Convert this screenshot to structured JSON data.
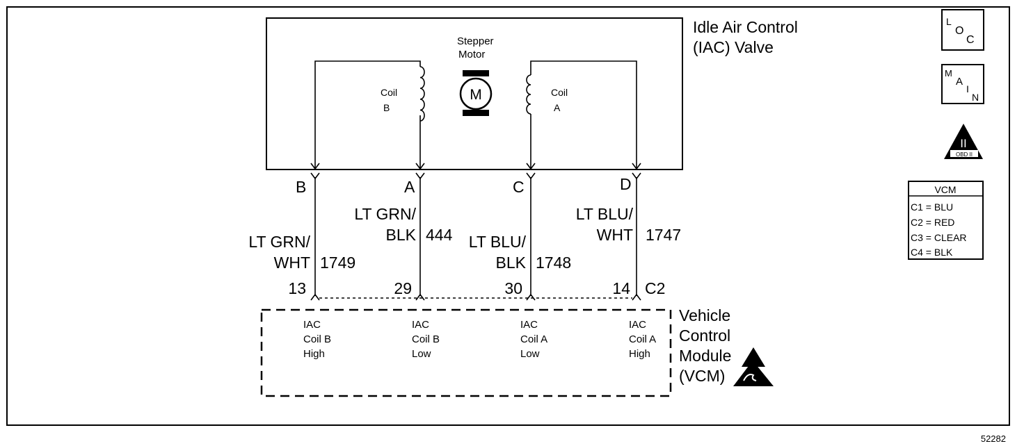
{
  "component": {
    "title_line1": "Idle Air Control",
    "title_line2": "(IAC) Valve",
    "motor_label_line1": "Stepper",
    "motor_label_line2": "Motor",
    "motor_symbol": "M",
    "coil_b_line1": "Coil",
    "coil_b_line2": "B",
    "coil_a_line1": "Coil",
    "coil_a_line2": "A"
  },
  "wires": [
    {
      "pin": "B",
      "color_line1": "LT GRN/",
      "color_line2": "WHT",
      "circuit": "1749",
      "vcm_pin": "13"
    },
    {
      "pin": "A",
      "color_line1": "LT GRN/",
      "color_line2": "BLK",
      "circuit": "444",
      "vcm_pin": "29"
    },
    {
      "pin": "C",
      "color_line1": "LT BLU/",
      "color_line2": "BLK",
      "circuit": "1748",
      "vcm_pin": "30"
    },
    {
      "pin": "D",
      "color_line1": "LT BLU/",
      "color_line2": "WHT",
      "circuit": "1747",
      "vcm_pin": "14"
    }
  ],
  "connector": "C2",
  "module": {
    "name_line1": "Vehicle",
    "name_line2": "Control",
    "name_line3": "Module",
    "name_line4": "(VCM)",
    "inputs": [
      {
        "line1": "IAC",
        "line2": "Coil B",
        "line3": "High"
      },
      {
        "line1": "IAC",
        "line2": "Coil B",
        "line3": "Low"
      },
      {
        "line1": "IAC",
        "line2": "Coil A",
        "line3": "Low"
      },
      {
        "line1": "IAC",
        "line2": "Coil A",
        "line3": "High"
      }
    ]
  },
  "icons": {
    "loc": {
      "l": "L",
      "o": "O",
      "c": "C"
    },
    "main": {
      "m": "M",
      "a": "A",
      "i": "I",
      "n": "N"
    },
    "obd": {
      "roman": "II",
      "label": "OBD II"
    }
  },
  "vcm_legend": {
    "title": "VCM",
    "rows": [
      "C1 = BLU",
      "C2 = RED",
      "C3 = CLEAR",
      "C4 = BLK"
    ]
  },
  "figure_number": "52282"
}
